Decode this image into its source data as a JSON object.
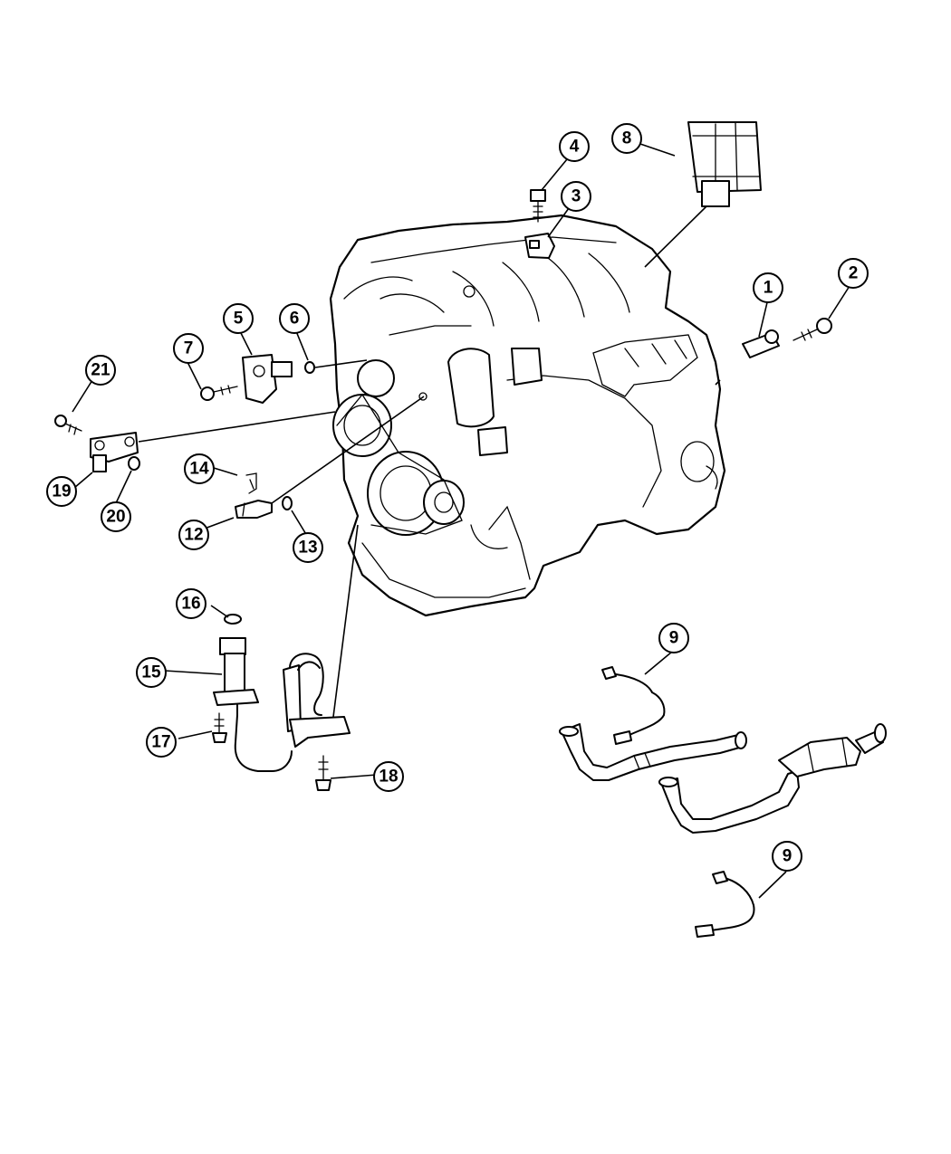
{
  "callouts": [
    {
      "id": "c1",
      "label": "1"
    },
    {
      "id": "c2",
      "label": "2"
    },
    {
      "id": "c3",
      "label": "3"
    },
    {
      "id": "c4",
      "label": "4"
    },
    {
      "id": "c5",
      "label": "5"
    },
    {
      "id": "c6",
      "label": "6"
    },
    {
      "id": "c7",
      "label": "7"
    },
    {
      "id": "c8",
      "label": "8"
    },
    {
      "id": "c9a",
      "label": "9"
    },
    {
      "id": "c9b",
      "label": "9"
    },
    {
      "id": "c12",
      "label": "12"
    },
    {
      "id": "c13",
      "label": "13"
    },
    {
      "id": "c14",
      "label": "14"
    },
    {
      "id": "c15",
      "label": "15"
    },
    {
      "id": "c16",
      "label": "16"
    },
    {
      "id": "c17",
      "label": "17"
    },
    {
      "id": "c18",
      "label": "18"
    },
    {
      "id": "c19",
      "label": "19"
    },
    {
      "id": "c20",
      "label": "20"
    },
    {
      "id": "c21",
      "label": "21"
    }
  ]
}
